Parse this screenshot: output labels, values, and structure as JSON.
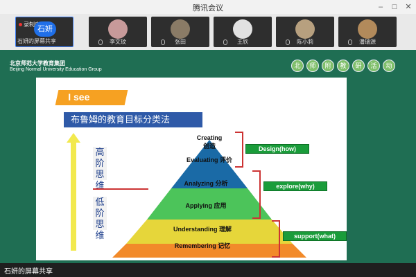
{
  "window": {
    "title": "腾讯会议"
  },
  "recording": {
    "label": "录制中"
  },
  "self": {
    "avatar_text": "石妍",
    "share_label": "石妍的屏幕共享"
  },
  "participants": [
    {
      "name": "李文玟"
    },
    {
      "name": "张田"
    },
    {
      "name": "王欣"
    },
    {
      "name": "陈小莉"
    },
    {
      "name": "潘瑞源"
    }
  ],
  "banner": {
    "title": "北京师范大学教育集团",
    "subtitle": "Beijing Normal University Education Group"
  },
  "chips": [
    "北",
    "师",
    "附",
    "教",
    "研",
    "活",
    "动"
  ],
  "slide": {
    "tag": "I see",
    "heading": "布鲁姆的教育目标分类法",
    "left_high": "高阶思维",
    "left_low": "低阶思维",
    "levels": [
      {
        "en": "Creating",
        "zh": "创造"
      },
      {
        "en": "Evaluating",
        "zh": "评价"
      },
      {
        "en": "Analyzing",
        "zh": "分析"
      },
      {
        "en": "Applying",
        "zh": "应用"
      },
      {
        "en": "Understanding",
        "zh": "理解"
      },
      {
        "en": "Remembering",
        "zh": "记忆"
      }
    ],
    "labels": {
      "design": "Design(how)",
      "explore": "explore(why)",
      "support": "support(what)"
    }
  },
  "bottom": {
    "share_label": "石妍的屏幕共享"
  },
  "colors": {
    "accent": "#1f6fe8",
    "stage": "#1f6e53",
    "pyramid_top": "#1a6aa6",
    "pyramid_mid": "#4cc45a",
    "pyramid_low": "#e6d63a",
    "pyramid_base": "#f28a2a",
    "label_box": "#1a9c3a"
  }
}
